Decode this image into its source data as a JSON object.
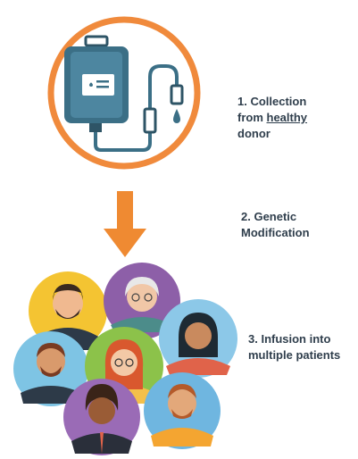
{
  "steps": [
    {
      "line1": "1. Collection",
      "line2_prefix": "from ",
      "line2_underlined": "healthy",
      "line3": "donor"
    },
    {
      "line1": "2. Genetic",
      "line2": "Modification"
    },
    {
      "line1": "3. Infusion into",
      "line2": "multiple patients"
    }
  ],
  "colors": {
    "ring": "#f08a3c",
    "arrow": "#ef8a32",
    "bag": "#3b6f86",
    "text": "#2f3e4c"
  },
  "icons": [
    "iv-bag-icon",
    "down-arrow-icon",
    "patient-avatar-icon"
  ]
}
